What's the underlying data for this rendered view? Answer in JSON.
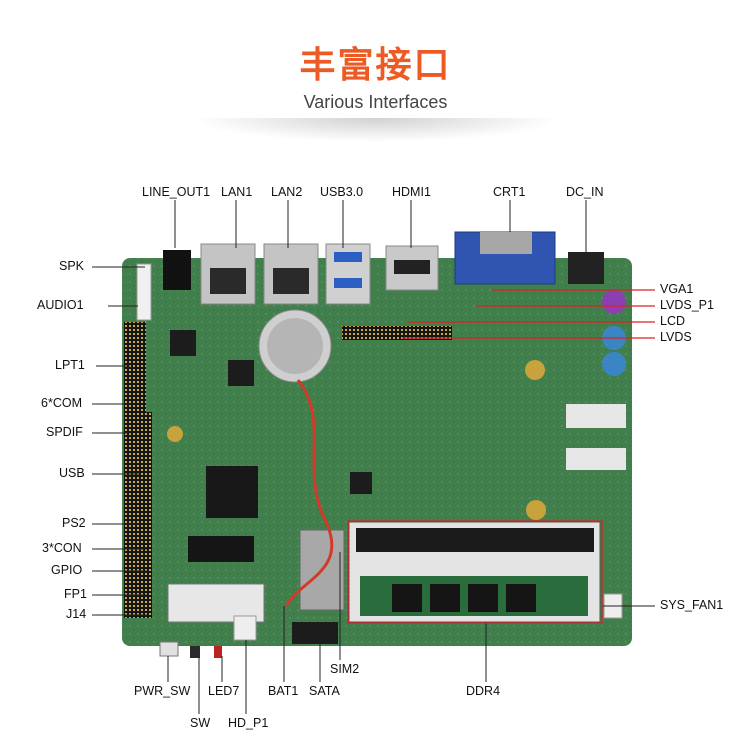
{
  "title_cn": "丰富接口",
  "title_en": "Various Interfaces",
  "labels": {
    "line_out1": "LINE_OUT1",
    "lan1": "LAN1",
    "lan2": "LAN2",
    "usb30": "USB3.0",
    "hdmi1": "HDMI1",
    "crt1": "CRT1",
    "dc_in": "DC_IN",
    "spk": "SPK",
    "audio1": "AUDIO1",
    "lpt1": "LPT1",
    "com6": "6*COM",
    "spdif": "SPDIF",
    "usb": "USB",
    "ps2": "PS2",
    "con3": "3*CON",
    "gpio": "GPIO",
    "fp1": "FP1",
    "j14": "J14",
    "vga1": "VGA1",
    "lvds_p1": "LVDS_P1",
    "lcd": "LCD",
    "lvds": "LVDS",
    "sys_fan1": "SYS_FAN1",
    "pwr_sw": "PWR_SW",
    "led7": "LED7",
    "sw": "SW",
    "hd_p1": "HD_P1",
    "bat1": "BAT1",
    "sata": "SATA",
    "sim2": "SIM2",
    "ddr4": "DDR4"
  },
  "colors": {
    "title": "#ee5a24",
    "line": "#e02020",
    "board": "#3f7a4a",
    "vga": "#2f55b0"
  }
}
